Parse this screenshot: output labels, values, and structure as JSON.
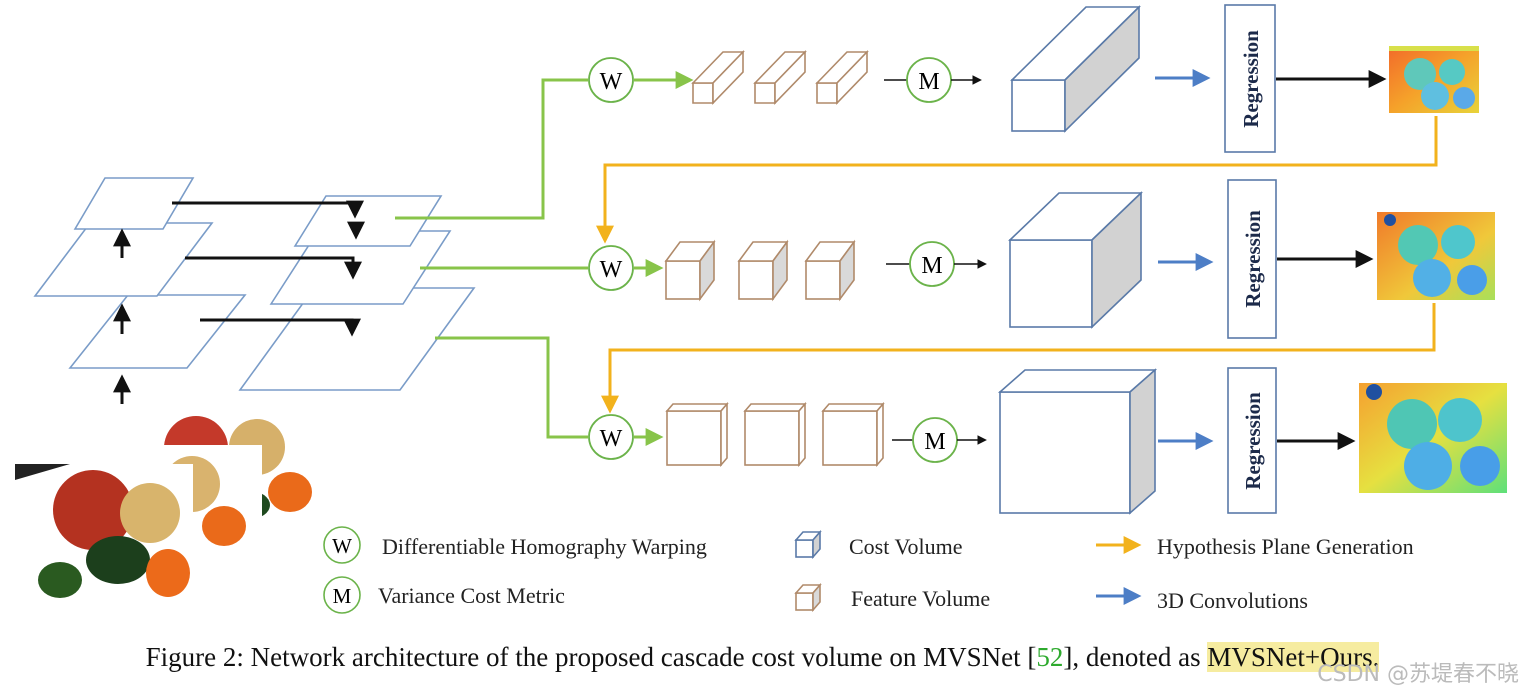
{
  "ops": {
    "warp": "W",
    "metric": "M"
  },
  "regression_label": "Regression",
  "legend": {
    "warp_desc": "Differentiable Homography Warping",
    "metric_desc": "Variance Cost Metric",
    "cost_volume": "Cost Volume",
    "feature_volume": "Feature Volume",
    "hypothesis": "Hypothesis Plane Generation",
    "conv3d": "3D Convolutions"
  },
  "caption": {
    "prefix": "Figure 2: Network architecture of the proposed cascade cost volume on MVSNet [",
    "ref": "52",
    "middle": "], denoted as ",
    "highlight": "MVSNet+Ours."
  },
  "watermark": "CSDN @苏堤春不晓",
  "colors": {
    "plane": "#7a9cc8",
    "feature": "#b08a6a",
    "green": "#88c44a",
    "yellow": "#f2b21c",
    "blue": "#4d7ec6",
    "circle": "#6bb34a",
    "box": "#5a7aa8"
  }
}
